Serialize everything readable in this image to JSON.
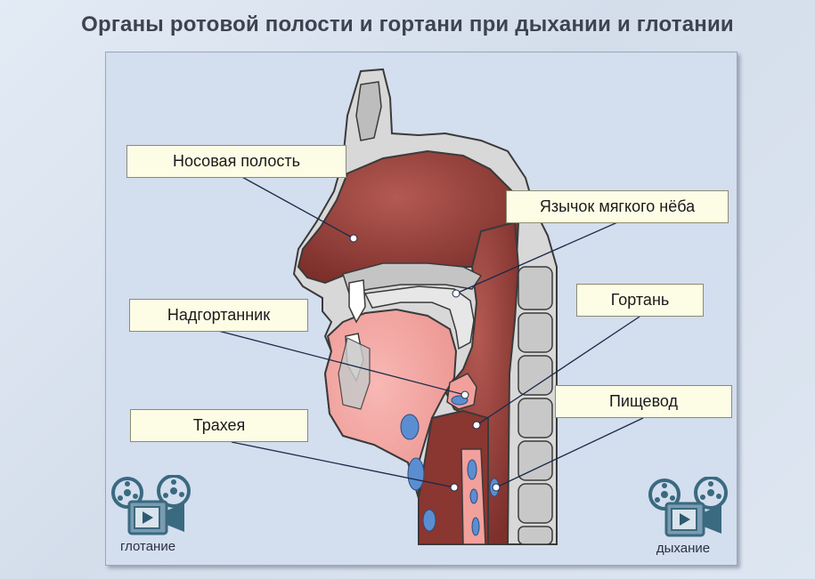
{
  "title": "Органы ротовой полости и гортани при дыхании и глотании",
  "labels": {
    "nasal": "Носовая полость",
    "uvula": "Язычок мягкого нёба",
    "epiglottis": "Надгортанник",
    "larynx": "Гортань",
    "trachea": "Трахея",
    "esophagus": "Пищевод"
  },
  "buttons": {
    "swallowing": "глотание",
    "breathing": "дыхание"
  },
  "colors": {
    "cavity": "#8a3631",
    "pink": "#f2a09c",
    "bone": "#c9c9c9",
    "blue": "#5b8ed0",
    "label_bg": "#fdfde6"
  }
}
